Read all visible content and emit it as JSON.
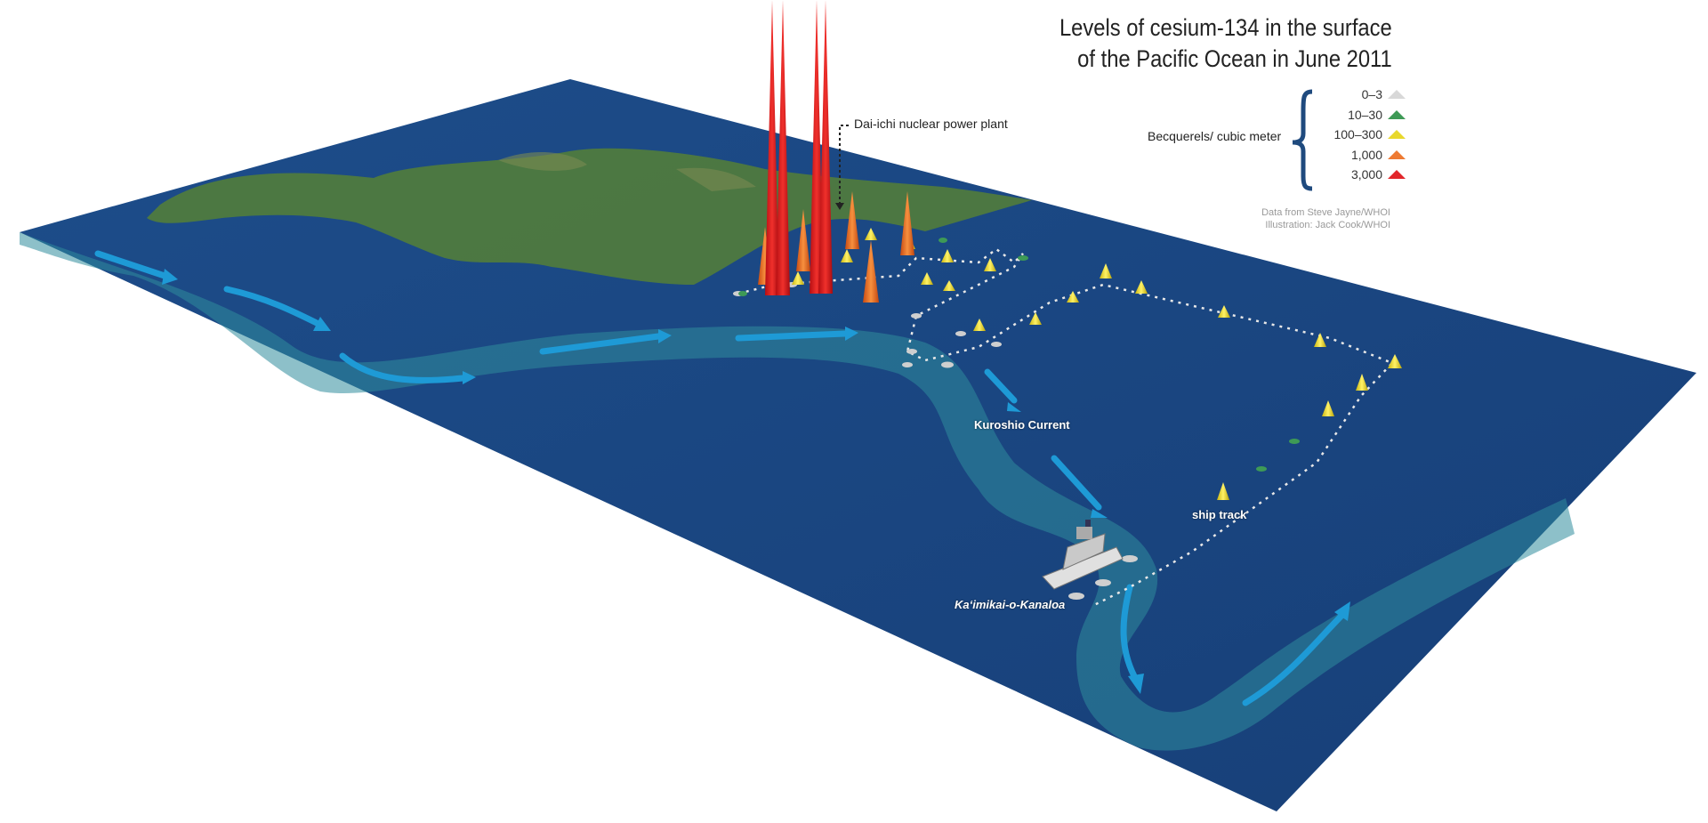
{
  "title": {
    "line1": "Levels of cesium-134 in the surface",
    "line2": "of the Pacific Ocean in June 2011"
  },
  "legend": {
    "unit": "Becquerels/ cubic meter",
    "items": [
      {
        "label": "0–3",
        "color": "#d8d8d8"
      },
      {
        "label": "10–30",
        "color": "#3e9a56"
      },
      {
        "label": "100–300",
        "color": "#e8d82c"
      },
      {
        "label": "1,000",
        "color": "#ee7a32"
      },
      {
        "label": "3,000",
        "color": "#e2262a"
      }
    ]
  },
  "credits": {
    "data": "Data from Steve Jayne/WHOI",
    "illustration": "Illustration: Jack Cook/WHOI"
  },
  "annotations": {
    "plant": "Dai-ichi nuclear power plant",
    "current": "Kuroshio Current",
    "track": "ship track",
    "ship": "Ka‘imikai-o-Kanaloa"
  }
}
